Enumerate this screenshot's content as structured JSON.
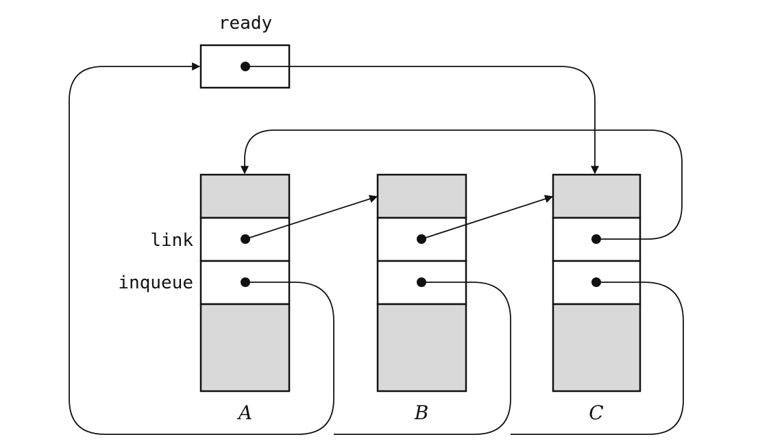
{
  "diagram": {
    "pointer_var": {
      "label": "ready"
    },
    "field_labels": {
      "link": "link",
      "inqueue": "inqueue"
    },
    "nodes": [
      {
        "id": "A",
        "label": "A"
      },
      {
        "id": "B",
        "label": "B"
      },
      {
        "id": "C",
        "label": "C"
      }
    ],
    "colors": {
      "shaded_cell": "#d9d9d9",
      "cell": "#ffffff",
      "line": "#111111"
    }
  }
}
